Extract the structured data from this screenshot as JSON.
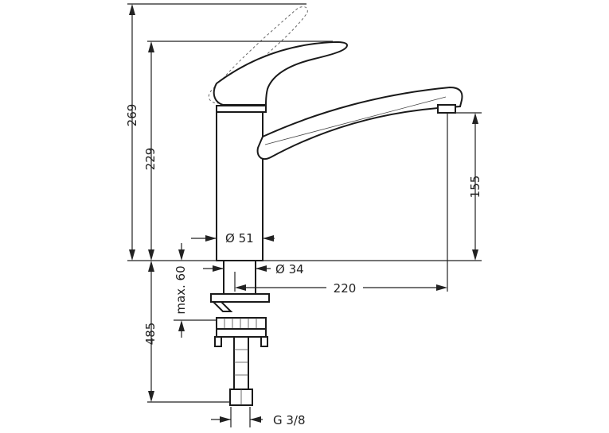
{
  "dimensions": {
    "overall_height": "269",
    "spout_height": "229",
    "outlet_height": "155",
    "diameter_body": "Ø 51",
    "diameter_shank": "Ø 34",
    "reach": "220",
    "max_counter": "max. 60",
    "hose_length": "485",
    "connection": "G 3/8"
  },
  "colors": {
    "line": "#222222",
    "background": "#ffffff"
  }
}
